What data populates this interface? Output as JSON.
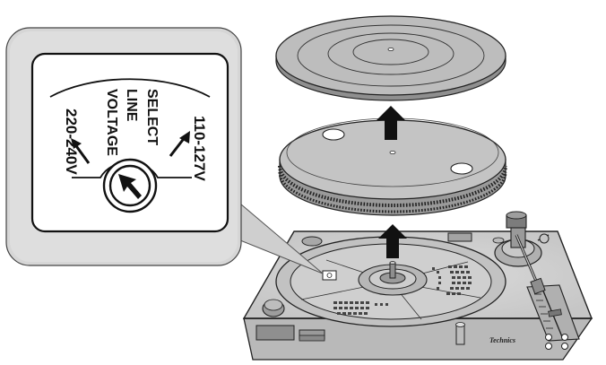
{
  "selector": {
    "title_lines": [
      "SELECT",
      "LINE",
      "VOLTAGE"
    ],
    "left_option": "220-240V",
    "right_option": "110-127V"
  },
  "turntable": {
    "brand": "Technics"
  }
}
